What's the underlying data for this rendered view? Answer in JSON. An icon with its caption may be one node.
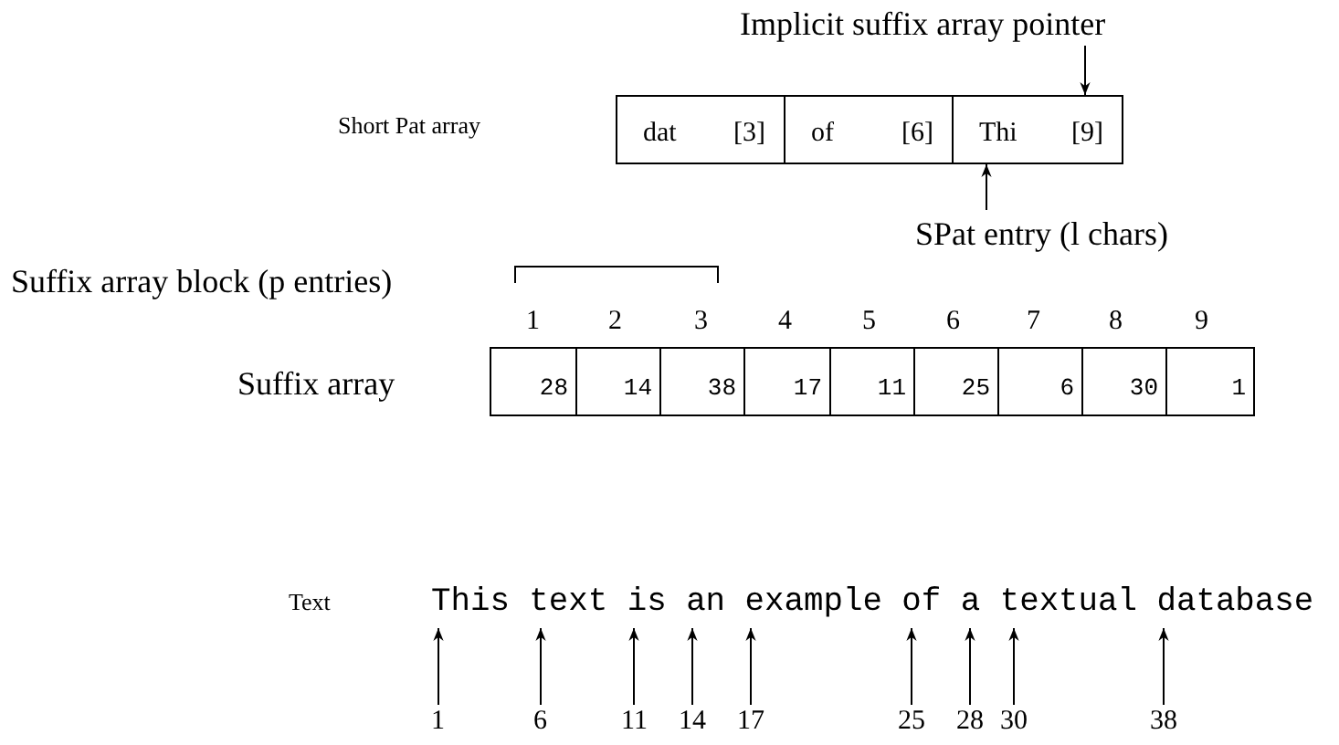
{
  "diagram": {
    "nodes": [
      {
        "text": [
          "dat",
          "[3]"
        ]
      },
      {
        "text": [
          "of",
          "[6]"
        ]
      },
      {
        "text": [
          "Thi",
          "[9]"
        ]
      },
      {
        "text": [
          "Implicit suffix array pointer"
        ]
      },
      {
        "text": [
          "SPat entry (l chars)"
        ]
      },
      {
        "text": [
          "28"
        ]
      },
      {
        "text": [
          "14"
        ]
      },
      {
        "text": [
          "38"
        ]
      },
      {
        "text": [
          "17"
        ]
      },
      {
        "text": [
          "11"
        ]
      },
      {
        "text": [
          "25"
        ]
      },
      {
        "text": [
          "6"
        ]
      },
      {
        "text": [
          "30"
        ]
      },
      {
        "text": [
          "1"
        ]
      },
      {
        "text": [
          "This text is an example of a textual database"
        ]
      },
      {
        "text": [
          "1"
        ]
      },
      {
        "text": [
          "6"
        ]
      },
      {
        "text": [
          "11"
        ]
      },
      {
        "text": [
          "14"
        ]
      },
      {
        "text": [
          "17"
        ]
      },
      {
        "text": [
          "25"
        ]
      },
      {
        "text": [
          "28"
        ]
      },
      {
        "text": [
          "30"
        ]
      },
      {
        "text": [
          "38"
        ]
      }
    ],
    "edges": [
      {
        "from": 3,
        "to": 2,
        "arrow": "to"
      },
      {
        "from": 4,
        "to": 2,
        "arrow": "to"
      },
      {
        "from": 15,
        "to": 14,
        "arrow": "to"
      },
      {
        "from": 16,
        "to": 14,
        "arrow": "to"
      },
      {
        "from": 17,
        "to": 14,
        "arrow": "to"
      },
      {
        "from": 18,
        "to": 14,
        "arrow": "to"
      },
      {
        "from": 19,
        "to": 14,
        "arrow": "to"
      },
      {
        "from": 20,
        "to": 14,
        "arrow": "to"
      },
      {
        "from": 21,
        "to": 14,
        "arrow": "to"
      },
      {
        "from": 22,
        "to": 14,
        "arrow": "to"
      },
      {
        "from": 23,
        "to": 14,
        "arrow": "to"
      }
    ],
    "labels": [
      "Short Pat array",
      "Suffix array block (p entries)",
      "1",
      "2",
      "3",
      "4",
      "5",
      "6",
      "7",
      "8",
      "9",
      "Suffix array",
      "Text"
    ]
  }
}
